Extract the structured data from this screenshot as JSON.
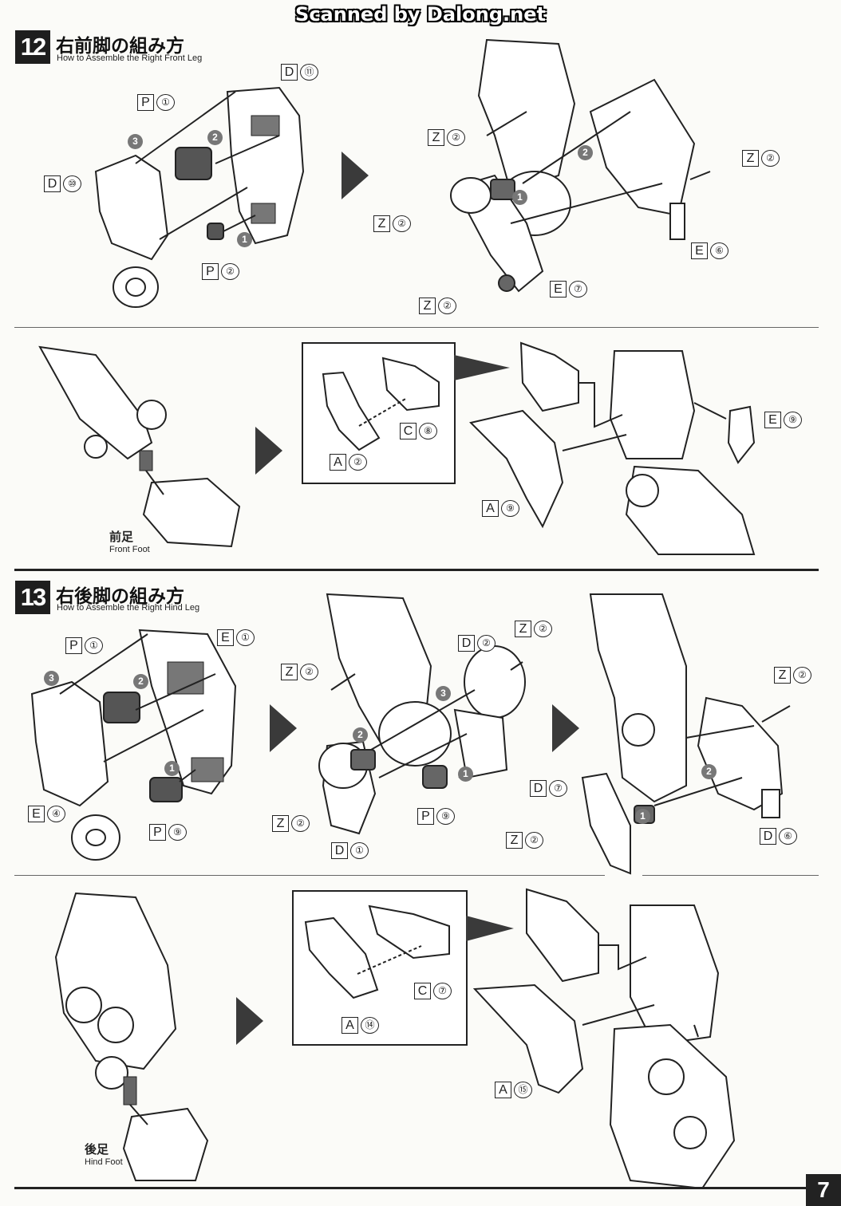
{
  "scan_credit": "Scanned by Dalong.net",
  "page_number": "7",
  "step12": {
    "number": "12",
    "title_jp": "右前脚の組み方",
    "title_en": "How to Assemble the Right Front Leg",
    "parts": {
      "d11": {
        "letter": "D",
        "num": "⑪"
      },
      "p1": {
        "letter": "P",
        "num": "①"
      },
      "d10": {
        "letter": "D",
        "num": "⑩"
      },
      "p2": {
        "letter": "P",
        "num": "②"
      },
      "z2a": {
        "letter": "Z",
        "num": "②"
      },
      "z2b": {
        "letter": "Z",
        "num": "②"
      },
      "z2c": {
        "letter": "Z",
        "num": "②"
      },
      "z2d": {
        "letter": "Z",
        "num": "②"
      },
      "e6": {
        "letter": "E",
        "num": "⑥"
      },
      "e7": {
        "letter": "E",
        "num": "⑦"
      },
      "c8": {
        "letter": "C",
        "num": "⑧"
      },
      "a2": {
        "letter": "A",
        "num": "②"
      },
      "e9": {
        "letter": "E",
        "num": "⑨"
      },
      "a9": {
        "letter": "A",
        "num": "⑨"
      }
    },
    "order": {
      "o1": "1",
      "o2": "2",
      "o3": "3",
      "o4": "1",
      "o5": "2"
    },
    "foot_jp": "前足",
    "foot_en": "Front Foot"
  },
  "step13": {
    "number": "13",
    "title_jp": "右後脚の組み方",
    "title_en": "How to Assemble the Right Hind Leg",
    "parts": {
      "p1": {
        "letter": "P",
        "num": "①"
      },
      "e1": {
        "letter": "E",
        "num": "①"
      },
      "e4": {
        "letter": "E",
        "num": "④"
      },
      "p9a": {
        "letter": "P",
        "num": "⑨"
      },
      "z2a": {
        "letter": "Z",
        "num": "②"
      },
      "d2": {
        "letter": "D",
        "num": "②"
      },
      "z2b": {
        "letter": "Z",
        "num": "②"
      },
      "z2c": {
        "letter": "Z",
        "num": "②"
      },
      "d1": {
        "letter": "D",
        "num": "①"
      },
      "p9b": {
        "letter": "P",
        "num": "⑨"
      },
      "z2d": {
        "letter": "Z",
        "num": "②"
      },
      "d7": {
        "letter": "D",
        "num": "⑦"
      },
      "z2e": {
        "letter": "Z",
        "num": "②"
      },
      "d6": {
        "letter": "D",
        "num": "⑥"
      },
      "c7": {
        "letter": "C",
        "num": "⑦"
      },
      "a14": {
        "letter": "A",
        "num": "⑭"
      },
      "a15": {
        "letter": "A",
        "num": "⑮"
      }
    },
    "order": {
      "o1": "3",
      "o2": "2",
      "o3": "1",
      "o4": "2",
      "o5": "3",
      "o6": "1",
      "o7": "2",
      "o8": "1"
    },
    "foot_jp": "後足",
    "foot_en": "Hind Foot"
  }
}
